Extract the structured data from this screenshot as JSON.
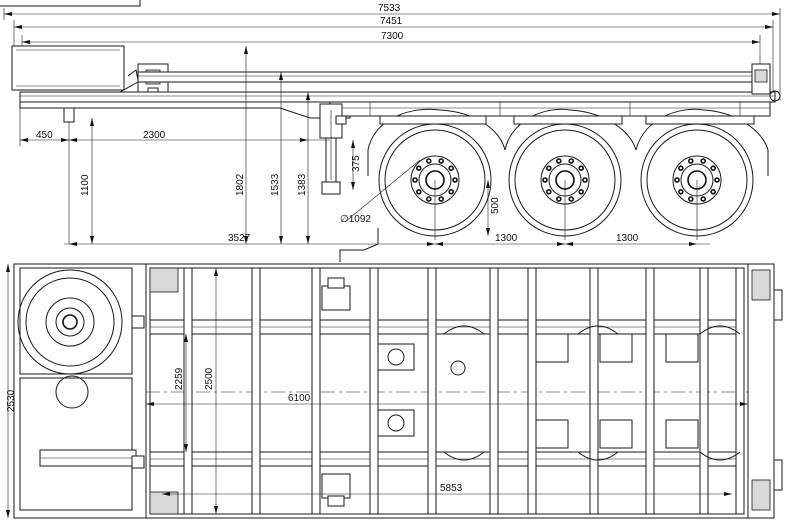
{
  "side_view": {
    "dim_overall_length": "7533",
    "dim_frame_length": "7451",
    "dim_platform_length": "7300",
    "dim_front_offset": "450",
    "dim_kingpin_to_leg": "2300",
    "dim_kingpin_to_axle": "3527",
    "dim_height_1100": "1100",
    "dim_height_1802": "1802",
    "dim_height_1533": "1533",
    "dim_height_1383": "1383",
    "dim_leg_375": "375",
    "dim_axle_500": "500",
    "dim_wheel_diameter": "∅1092",
    "dim_axle_spacing_1": "1300",
    "dim_axle_spacing_2": "1300"
  },
  "plan_view": {
    "dim_width_2530": "2530",
    "dim_width_2500": "2500",
    "dim_width_2259": "2259",
    "dim_length_6100": "6100",
    "dim_length_5853": "5853"
  }
}
